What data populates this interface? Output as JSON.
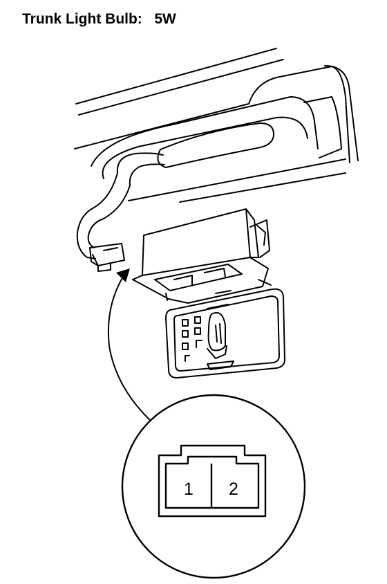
{
  "title": {
    "component": "Trunk Light Bulb:",
    "spec": "5W"
  },
  "connector": {
    "pins": [
      "1",
      "2"
    ]
  },
  "colors": {
    "ink": "#000000",
    "paper": "#ffffff"
  }
}
